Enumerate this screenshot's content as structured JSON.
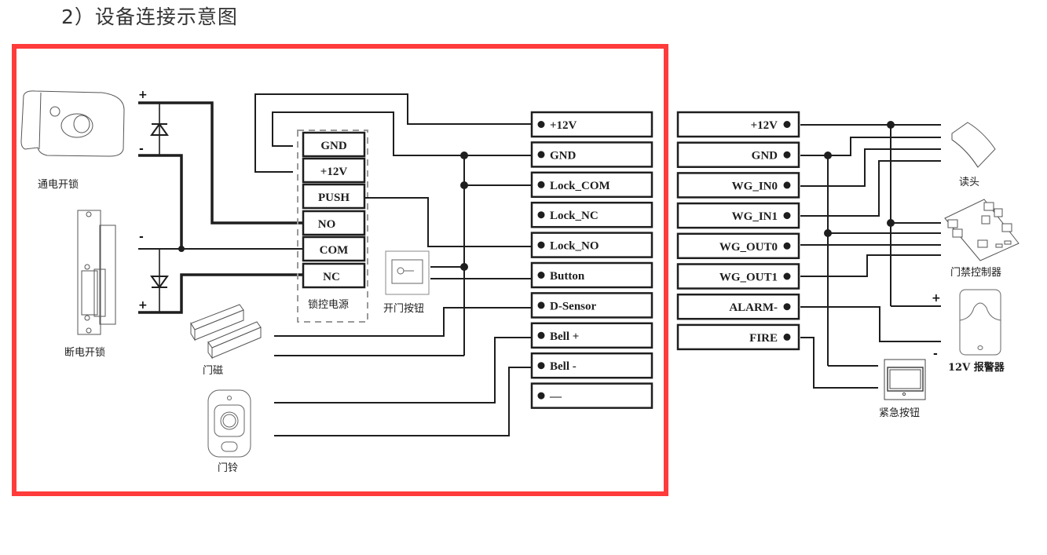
{
  "title": "2）设备连接示意图",
  "highlight_color": "#ff3b3b",
  "wire_color": "#1e1e1e",
  "devices": {
    "power_on_lock": "通电开锁",
    "power_off_lock": "断电开锁",
    "lock_power_supply": "锁控电源",
    "exit_button": "开门按钮",
    "door_sensor": "门磁",
    "doorbell": "门铃",
    "reader": "读头",
    "access_controller": "门禁控制器",
    "alarm": "12V 报警器",
    "emergency_button": "紧急按钮"
  },
  "polarity": {
    "plus": "+",
    "minus": "-"
  },
  "power_supply_terminals": [
    "GND",
    "+12V",
    "PUSH",
    "NO",
    "COM",
    "NC"
  ],
  "left_terminals": [
    "+12V",
    "GND",
    "Lock_COM",
    "Lock_NC",
    "Lock_NO",
    "Button",
    "D-Sensor",
    "Bell +",
    "Bell -",
    "—"
  ],
  "right_terminals": [
    "+12V",
    "GND",
    "WG_IN0",
    "WG_IN1",
    "WG_OUT0",
    "WG_OUT1",
    "ALARM-",
    "FIRE"
  ]
}
